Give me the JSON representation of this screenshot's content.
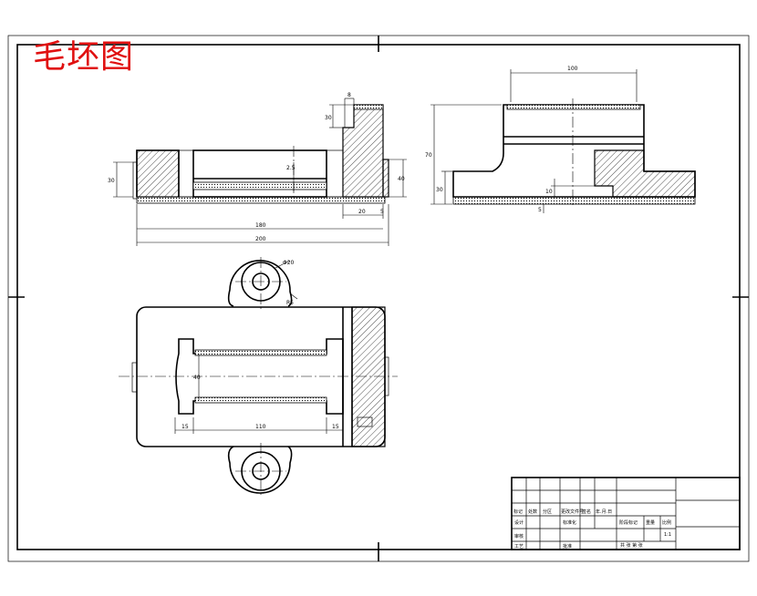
{
  "title": "毛坯图",
  "title_color": "#e01010",
  "front_view": {
    "dims": {
      "top_width": "8",
      "top_height": "30",
      "left_height": "30",
      "center_label": "2.5",
      "right_height": "40",
      "bottom_right": "20",
      "bottom_right_small": "5",
      "overall_inner": "180",
      "overall": "200"
    }
  },
  "side_view": {
    "dims": {
      "top_width": "100",
      "overall_height": "70",
      "lower_height": "30",
      "step_height": "10",
      "small_offset": "5"
    }
  },
  "top_view": {
    "dims": {
      "hole_dia": "Φ20",
      "boss_radius": "R5",
      "slot_height": "40",
      "left_width": "15",
      "slot_length": "110",
      "right_width": "15"
    }
  },
  "title_block": {
    "rows": [
      [
        "标记",
        "处数",
        "分区",
        "更改文件号",
        "签名",
        "年.月.日"
      ],
      [
        "设计",
        "",
        "",
        "标准化",
        "",
        ""
      ],
      [
        "审核",
        "",
        "",
        "",
        "",
        ""
      ],
      [
        "工艺",
        "",
        "",
        "批准",
        "",
        ""
      ]
    ],
    "stage_label": "阶段标记",
    "weight_label": "重量",
    "scale_label": "比例",
    "scale_value": "1:1",
    "sheet_label": "共  张  第  张"
  }
}
